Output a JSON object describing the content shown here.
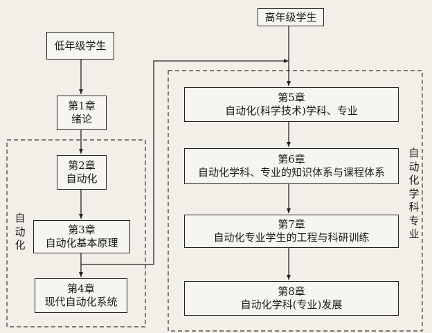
{
  "nodes": {
    "low": "低年级学生",
    "high": "高年级学生",
    "ch1": {
      "chapter": "第1章",
      "title": "绪论"
    },
    "ch2": {
      "chapter": "第2章",
      "title": "自动化"
    },
    "ch3": {
      "chapter": "第3章",
      "title": "自动化基本原理"
    },
    "ch4": {
      "chapter": "第4章",
      "title": "现代自动化系统"
    },
    "ch5": {
      "chapter": "第5章",
      "title": "自动化(科学技术)学科、专业"
    },
    "ch6": {
      "chapter": "第6章",
      "title": "自动化学科、专业的知识体系与课程体系"
    },
    "ch7": {
      "chapter": "第7章",
      "title": "自动化专业学生的工程与科研训练"
    },
    "ch8": {
      "chapter": "第8章",
      "title": "自动化学科(专业)发展"
    }
  },
  "groups": {
    "left": {
      "label": "自动化"
    },
    "right": {
      "label": "自动化学科专业"
    }
  },
  "colors": {
    "line": "#222222",
    "background": "#f2efe8"
  }
}
